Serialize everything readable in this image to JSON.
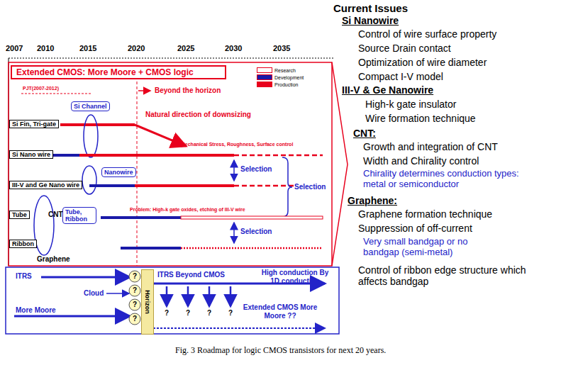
{
  "diagram": {
    "caption": "Fig. 3 Roadmap for logic CMOS transistors for next 20 years.",
    "nodes": [
      {
        "text": [
          "Extended CMOS: More Moore + CMOS logic"
        ]
      },
      {
        "text": [
          "Si Fin, Tri-gate"
        ]
      },
      {
        "text": [
          "Si Nano wire"
        ]
      },
      {
        "text": [
          "III-V and Ge Nano wire"
        ]
      },
      {
        "text": [
          "Tube"
        ]
      },
      {
        "text": [
          "Ribbon"
        ]
      },
      {
        "text": [
          "Si Channel"
        ]
      },
      {
        "text": [
          "Nanowire"
        ]
      },
      {
        "text": [
          "Tube, Ribbon"
        ]
      },
      {
        "text": [
          "Horizon"
        ]
      }
    ],
    "labels": [
      "2007",
      "2010",
      "2015",
      "2020",
      "2025",
      "2030",
      "2035",
      "Current Issues",
      "Si Nanowire",
      "Control of wire surface property",
      "Source Drain contact",
      "Optimization of wire diameter",
      "Compact I-V model",
      "III-V & Ge Nanowire",
      "High-k gate insulator",
      "Wire formation technique",
      "CNT:",
      "Growth and integration of CNT",
      "Width and Chirality control",
      "Chirality determines conduction types: metal or semiconductor",
      "Graphene:",
      "Graphene formation technique",
      "Suppression of off-current",
      "Very small bandgap or no bandgap (semi-metal)",
      "Control of ribbon edge structure which affects bandgap",
      "PJT(2007-2012)",
      "Beyond the horizon",
      "Natural direction of downsizing",
      "Mechanical Stress, Roughness, Surface control",
      "Problem: High-k gate oxides, etching of III-V wire",
      "Selection",
      "Selection",
      "Selection",
      "CNT",
      "Graphene",
      "ITRS",
      "Cloud",
      "More Moore",
      "ITRS Beyond CMOS",
      "High conduction By 1D conduction",
      "Extended CMOS More Moore ??",
      "?",
      "?",
      "?",
      "?",
      "?",
      "?",
      "?",
      "?"
    ],
    "legend": [
      {
        "text": "Research",
        "color": "#ffffff"
      },
      {
        "text": "Development",
        "color": "#1a1aa8"
      },
      {
        "text": "Production",
        "color": "#e8001c"
      }
    ]
  }
}
